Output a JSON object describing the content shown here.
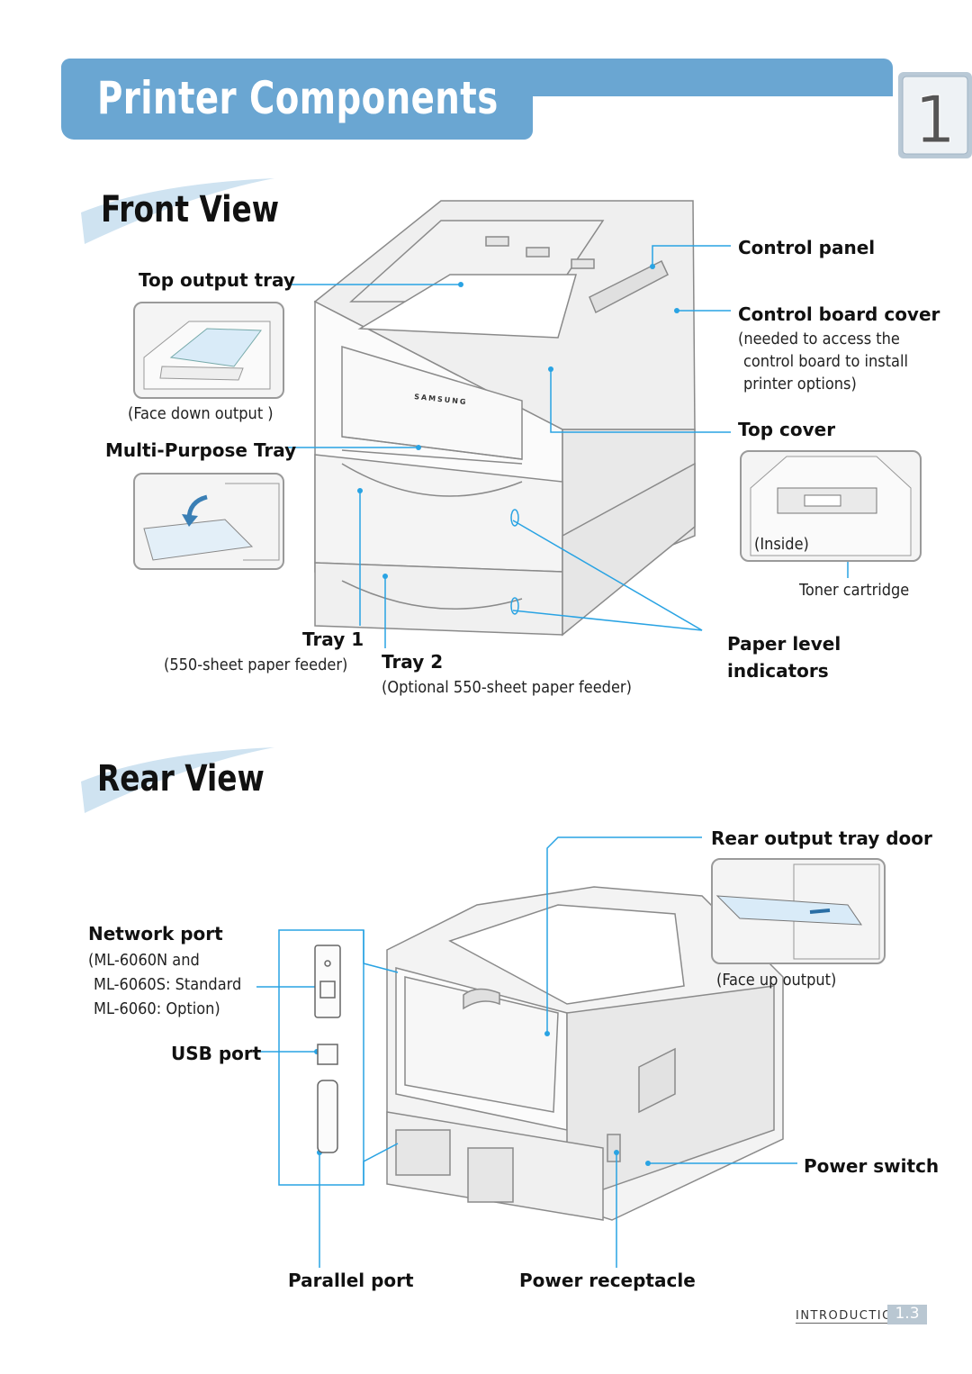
{
  "header": {
    "title": "Printer Components",
    "chapter_number": "1"
  },
  "front": {
    "section_title": "Front View",
    "brand": "SAMSUNG",
    "labels": {
      "top_output_tray": "Top output tray",
      "face_down_output": "(Face down output )",
      "multi_purpose_tray": "Multi-Purpose Tray",
      "control_panel": "Control panel",
      "control_board_cover": "Control board cover",
      "control_board_note_1": "(needed to access the",
      "control_board_note_2": "control board to install",
      "control_board_note_3": "printer options)",
      "top_cover": "Top cover",
      "inside": "(Inside)",
      "toner_cartridge": "Toner cartridge",
      "tray1": "Tray 1",
      "tray1_note": "(550-sheet paper feeder)",
      "tray2": "Tray 2",
      "tray2_note": "(Optional 550-sheet paper feeder)",
      "paper_level_1": "Paper level",
      "paper_level_2": "indicators"
    }
  },
  "rear": {
    "section_title": "Rear View",
    "labels": {
      "rear_output_tray_door": "Rear output tray door",
      "face_up_output": "(Face up output)",
      "network_port": "Network port",
      "network_note_1": "(ML-6060N and",
      "network_note_2": "ML-6060S: Standard",
      "network_note_3": "ML-6060: Option)",
      "usb_port": "USB port",
      "power_switch": "Power switch",
      "parallel_port": "Parallel port",
      "power_receptacle": "Power receptacle"
    }
  },
  "footer": {
    "section": "INTRODUCTION",
    "page": "1.3"
  },
  "colors": {
    "accent_blue": "#6aa6d2",
    "callout_blue": "#29a3e3",
    "chapter_box": "#b9c9d6"
  }
}
